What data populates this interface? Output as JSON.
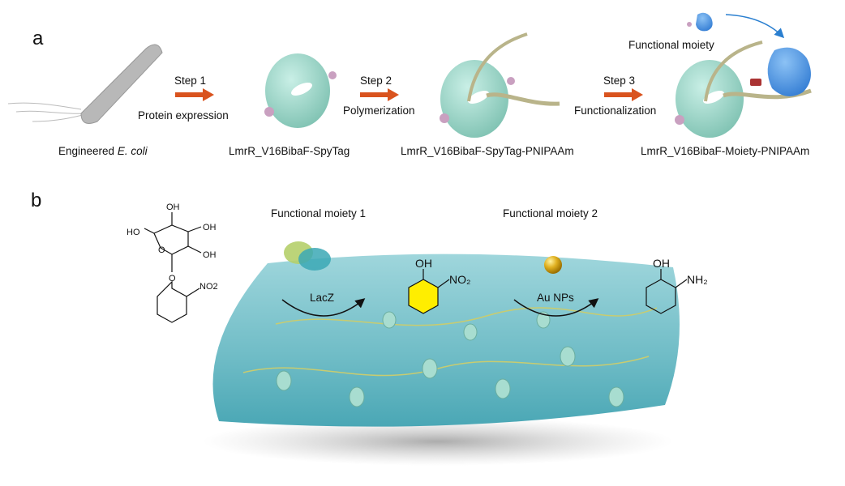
{
  "panel_a": {
    "letter": "a",
    "steps": [
      {
        "label": "Step 1",
        "caption": "Protein expression"
      },
      {
        "label": "Step 2",
        "caption": "Polymerization"
      },
      {
        "label": "Step 3",
        "caption": "Functionalization"
      }
    ],
    "functional_moiety_label": "Functional moiety",
    "captions": {
      "ecoli_prefix": "Engineered ",
      "ecoli_italic": "E. coli",
      "construct1": "LmrR_V16BibaF-SpyTag",
      "construct2": "LmrR_V16BibaF-SpyTag-PNIPAAm",
      "construct3": "LmrR_V16BibaF-Moiety-PNIPAAm"
    }
  },
  "panel_b": {
    "letter": "b",
    "moiety1_title": "Functional moiety 1",
    "moiety2_title": "Functional moiety 2",
    "enzyme_label": "LacZ",
    "catalyst_label": "Au NPs",
    "substrate_labels": {
      "oh_top": "OH",
      "oh_right": "OH",
      "oh_lower": "OH",
      "ho": "HO",
      "ring_o": "O",
      "link_o": "O",
      "no2": "NO2"
    },
    "intermediate_labels": {
      "oh": "OH",
      "no2": "NO₂"
    },
    "product_labels": {
      "oh": "OH",
      "nh2": "NH₂"
    }
  },
  "colors": {
    "step_arrow": "#d9531e",
    "protein": "#a6ddd0",
    "moiety": "#4f97e0",
    "nitrophenol": "#ffee00",
    "gold": "#d4a017",
    "hydrogel": "#7fc8d0"
  }
}
